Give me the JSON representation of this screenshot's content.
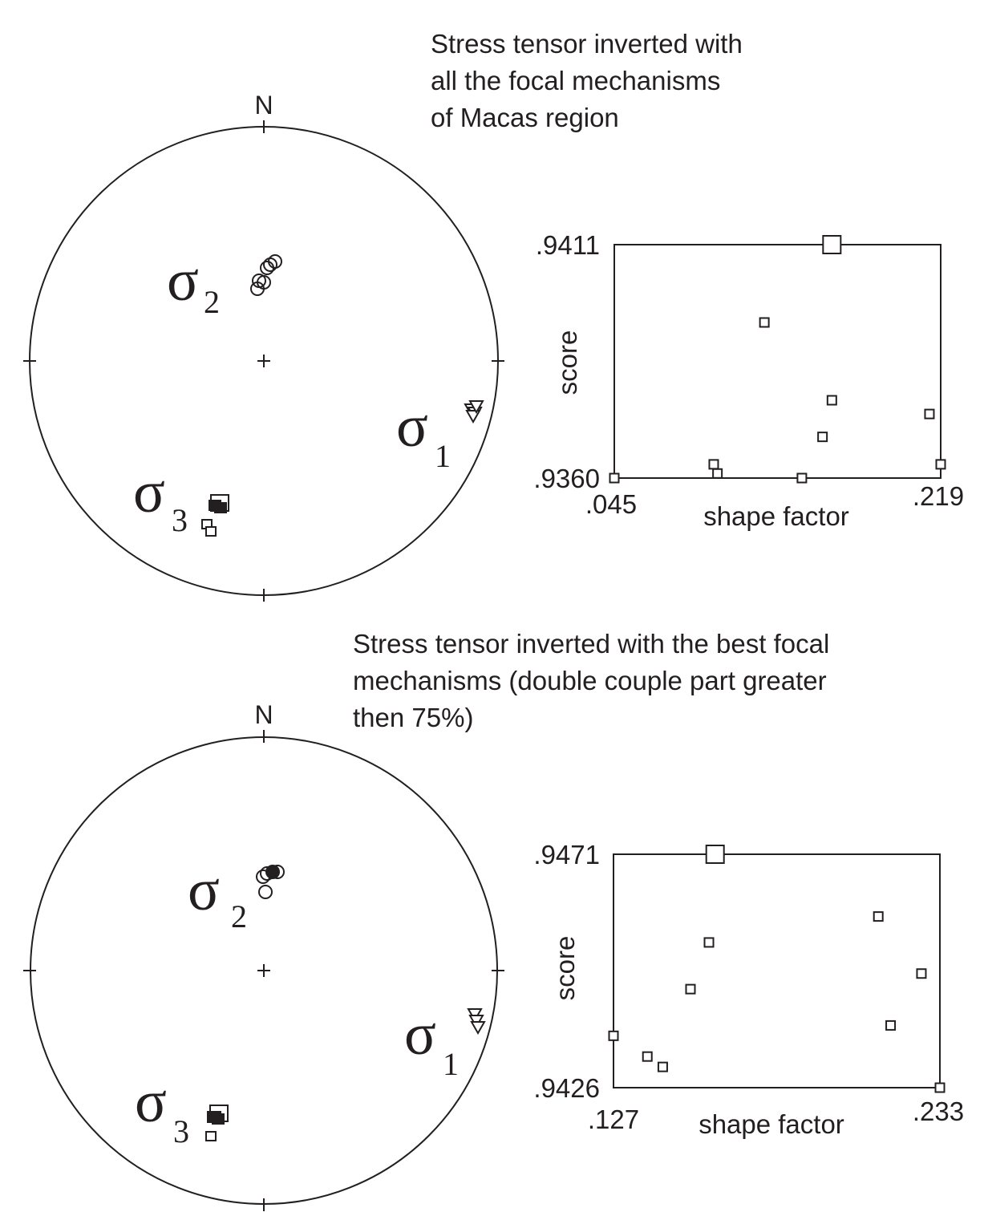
{
  "captions": [
    [
      "Stress tensor inverted with",
      "all the focal mechanisms",
      "of Macas region"
    ],
    [
      "Stress tensor inverted with the best focal",
      "mechanisms (double couple part greater",
      "then 75%)"
    ]
  ],
  "stereonet": {
    "north_label": "N",
    "sigma_symbol": "σ",
    "sigma1_index": "1",
    "sigma2_index": "2",
    "sigma3_index": "3"
  },
  "chart_data": [
    {
      "type": "scatter",
      "xlabel": "shape factor",
      "ylabel": "score",
      "xlim": [
        0.045,
        0.219
      ],
      "ylim": [
        0.936,
        0.9411
      ],
      "x_tick_labels": [
        ".045",
        ".219"
      ],
      "y_tick_labels": [
        ".9360",
        ".9411"
      ],
      "best": {
        "x": 0.161,
        "y": 0.9411
      },
      "points": [
        {
          "x": 0.045,
          "y": 0.936
        },
        {
          "x": 0.098,
          "y": 0.9363
        },
        {
          "x": 0.1,
          "y": 0.9361
        },
        {
          "x": 0.125,
          "y": 0.9394
        },
        {
          "x": 0.145,
          "y": 0.936
        },
        {
          "x": 0.156,
          "y": 0.9369
        },
        {
          "x": 0.161,
          "y": 0.9377
        },
        {
          "x": 0.213,
          "y": 0.9374
        },
        {
          "x": 0.219,
          "y": 0.9363
        }
      ]
    },
    {
      "type": "scatter",
      "xlabel": "shape factor",
      "ylabel": "score",
      "xlim": [
        0.127,
        0.233
      ],
      "ylim": [
        0.9426,
        0.9471
      ],
      "x_tick_labels": [
        ".127",
        ".233"
      ],
      "y_tick_labels": [
        ".9426",
        ".9471"
      ],
      "best": {
        "x": 0.16,
        "y": 0.9471
      },
      "points": [
        {
          "x": 0.127,
          "y": 0.9436
        },
        {
          "x": 0.138,
          "y": 0.9432
        },
        {
          "x": 0.143,
          "y": 0.943
        },
        {
          "x": 0.152,
          "y": 0.9445
        },
        {
          "x": 0.158,
          "y": 0.9454
        },
        {
          "x": 0.213,
          "y": 0.9459
        },
        {
          "x": 0.217,
          "y": 0.9438
        },
        {
          "x": 0.227,
          "y": 0.9448
        },
        {
          "x": 0.233,
          "y": 0.9426
        }
      ]
    }
  ]
}
